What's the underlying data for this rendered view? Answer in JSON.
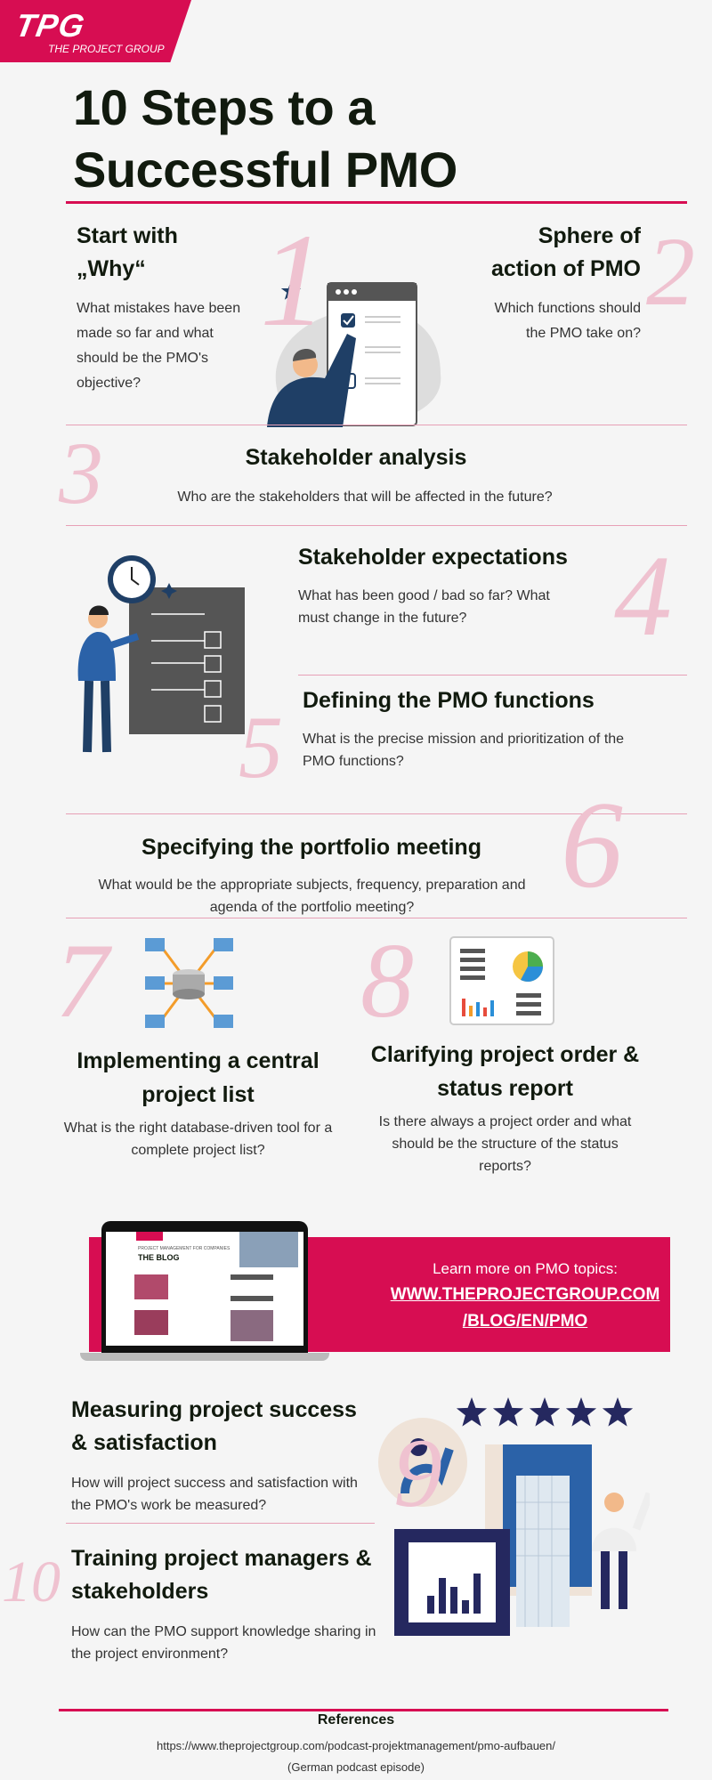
{
  "logo": {
    "mark": "TPG",
    "subtitle": "THE PROJECT GROUP"
  },
  "title": {
    "line1": "10 Steps to a",
    "line2": "Successful PMO"
  },
  "steps": [
    {
      "num": "1",
      "title_l1": "Start with",
      "title_l2": "„Why“",
      "text": "What mistakes have been made so far and what should be the PMO's objective?"
    },
    {
      "num": "2",
      "title_l1": "Sphere of",
      "title_l2": "action of PMO",
      "text": "Which functions should the PMO take on?"
    },
    {
      "num": "3",
      "title": "Stakeholder analysis",
      "text": "Who are the stakeholders that will be affected in the future?"
    },
    {
      "num": "4",
      "title": "Stakeholder expectations",
      "text": "What has been good / bad so far? What must change in the future?"
    },
    {
      "num": "5",
      "title": "Defining the PMO functions",
      "text": "What is the precise mission and prioritization of the PMO functions?"
    },
    {
      "num": "6",
      "title": "Specifying the portfolio meeting",
      "text": "What would be the appropriate subjects, frequency, preparation and agenda of the portfolio meeting?"
    },
    {
      "num": "7",
      "title": "Implementing a central project list",
      "text": "What is the right database-driven tool for a complete project list?"
    },
    {
      "num": "8",
      "title": "Clarifying project order & status report",
      "text": "Is there always a project order and what should be the structure of the status reports?"
    },
    {
      "num": "9",
      "title": "Measuring project success & satisfaction",
      "text": "How will project success and satisfaction with the PMO's work be measured?"
    },
    {
      "num": "10",
      "title": "Training project managers & stakeholders",
      "text": "How can the PMO support knowledge sharing in the project environment?"
    }
  ],
  "banner": {
    "intro": "Learn more on PMO topics:",
    "link_l1": "WWW.THEPROJECTGROUP.COM",
    "link_l2": "/BLOG/EN/PMO",
    "laptop_heading": "THE BLOG",
    "laptop_sub": "PROJECT MANAGEMENT FOR COMPANIES"
  },
  "rating": {
    "stars": 5,
    "max": 5
  },
  "references": {
    "heading": "References",
    "url": "https://www.theprojectgroup.com/podcast-projektmanagement/pmo-aufbauen/",
    "note": "(German podcast episode)"
  },
  "colors": {
    "accent": "#d70d52",
    "number": "#efc2d0",
    "navy": "#1f3f66"
  }
}
